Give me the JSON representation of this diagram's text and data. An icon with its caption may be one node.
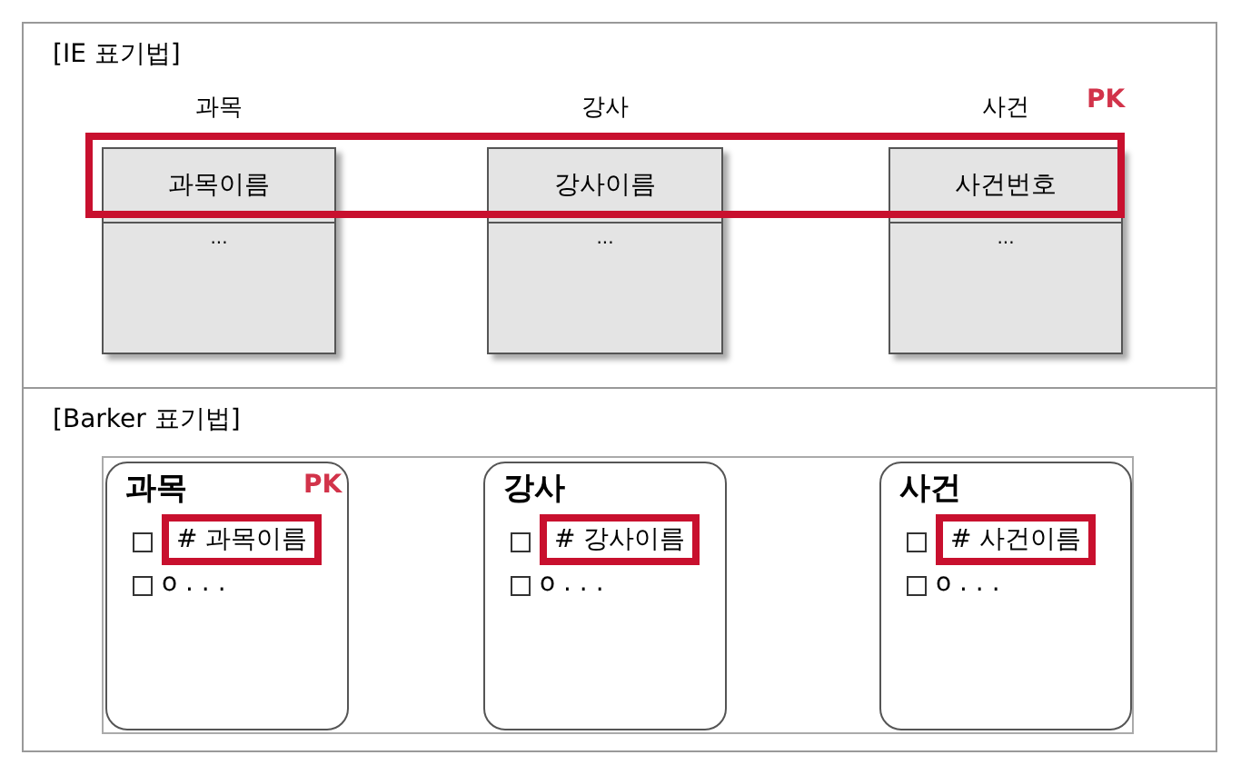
{
  "diagram": {
    "nodes": [
      {
        "text": [
          "[IE 표기법]"
        ]
      },
      {
        "text": [
          "과목",
          "과목이름",
          "..."
        ],
        "in": 0
      },
      {
        "text": [
          "강사",
          "강사이름",
          "..."
        ],
        "in": 0
      },
      {
        "text": [
          "사건",
          "사건번호",
          "..."
        ],
        "in": 0
      },
      {
        "text": [
          "[Barker 표기법]"
        ]
      },
      {
        "text": [
          "과목",
          "# 과목이름",
          "o . . ."
        ],
        "in": 4
      },
      {
        "text": [
          "강사",
          "# 강사이름",
          "o . . ."
        ],
        "in": 4
      },
      {
        "text": [
          "사건",
          "# 사건이름",
          "o . . ."
        ],
        "in": 4
      }
    ],
    "labels": [
      "PK",
      "PK"
    ]
  }
}
